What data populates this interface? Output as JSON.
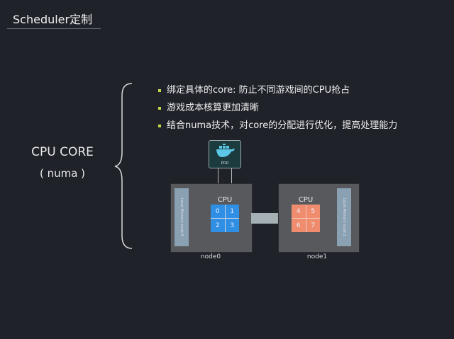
{
  "header": {
    "title": "Scheduler定制"
  },
  "left": {
    "label": "CPU CORE",
    "sublabel": "( numa )"
  },
  "bullets": [
    "绑定具体的core: 防止不同游戏间的CPU抢占",
    "游戏成本核算更加清晰",
    "结合numa技术，对core的分配进行优化，提高处理能力"
  ],
  "diagram": {
    "pod": {
      "label": "POD",
      "icon": "docker-whale-icon"
    },
    "nodes": [
      {
        "name": "node0",
        "memory": "Local Memory node 0",
        "cpu_label": "CPU",
        "cores": [
          "0",
          "1",
          "2",
          "3"
        ],
        "color": "#2f8fe4"
      },
      {
        "name": "node1",
        "memory": "Local Memory node 1",
        "cpu_label": "CPU",
        "cores": [
          "4",
          "5",
          "6",
          "7"
        ],
        "color": "#ef8c6e"
      }
    ]
  },
  "colors": {
    "background": "#1f2229",
    "bullet": "#c6d84a"
  }
}
